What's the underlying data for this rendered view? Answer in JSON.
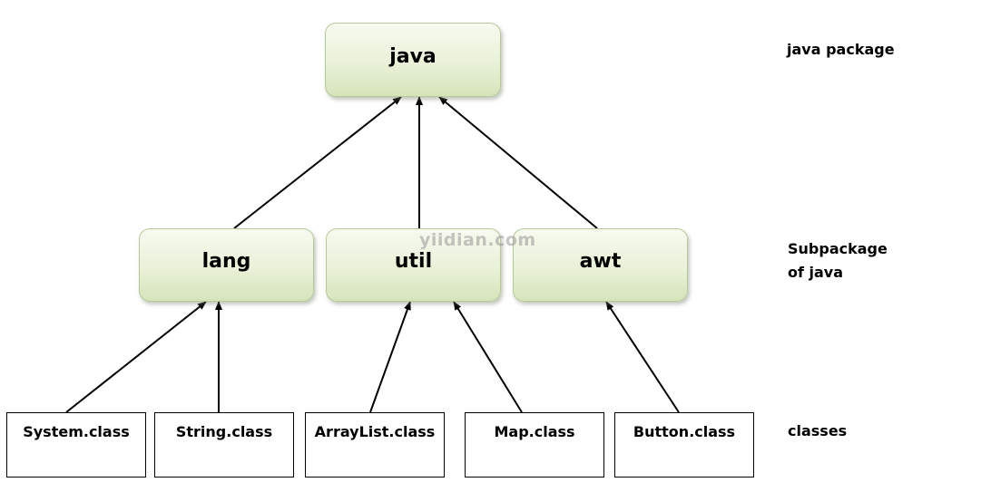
{
  "packages": {
    "root": "java",
    "lang": "lang",
    "util": "util",
    "awt": "awt"
  },
  "classes": {
    "system": "System.class",
    "string": "String.class",
    "arraylist": "ArrayList.class",
    "map": "Map.class",
    "button": "Button.class"
  },
  "side_labels": {
    "java_package": "java package",
    "subpackage_line1": "Subpackage",
    "subpackage_line2": "of java",
    "classes": "classes"
  },
  "watermark": "yiidian.com",
  "colors": {
    "package_fill_top": "#f7faef",
    "package_fill_bottom": "#d6e4ba",
    "package_border": "#b7c99a",
    "arrow": "#000000"
  }
}
